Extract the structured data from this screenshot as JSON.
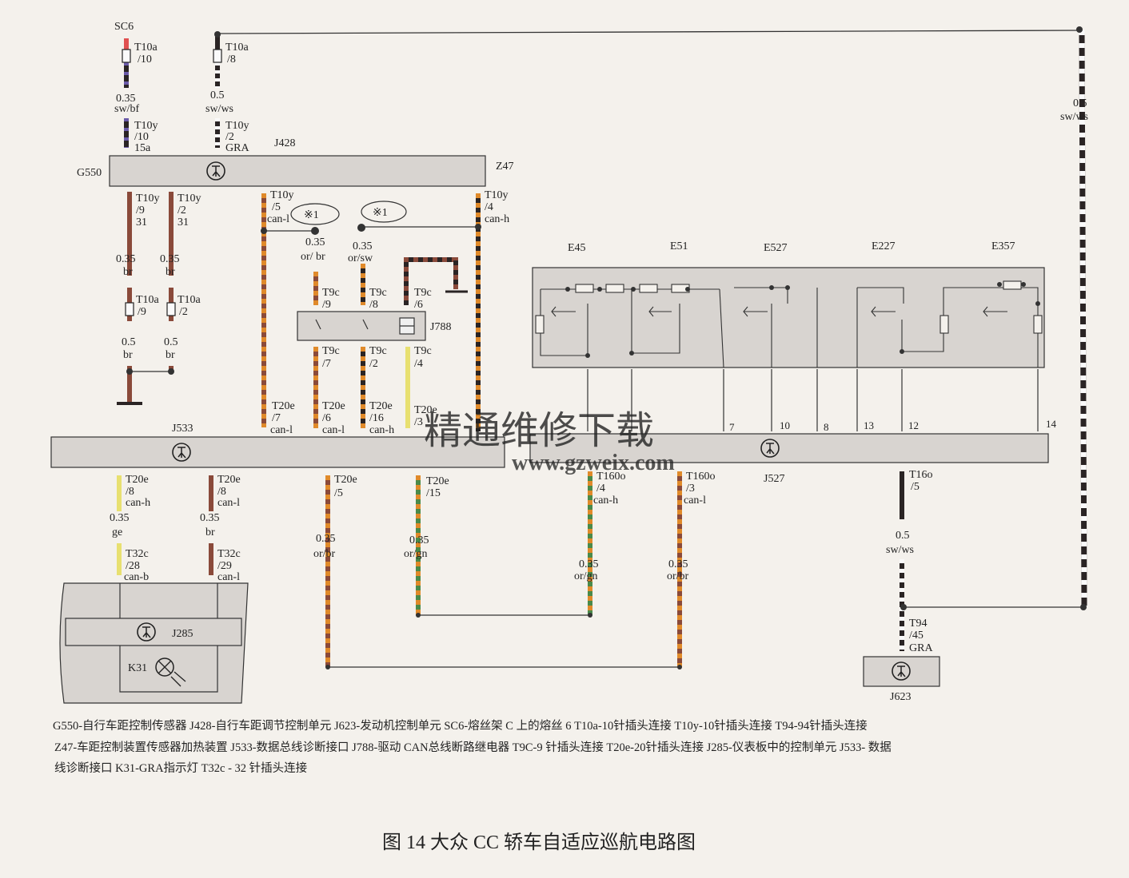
{
  "components": {
    "sc6": "SC6",
    "j428": "J428",
    "g550": "G550",
    "z47": "Z47",
    "j533": "J533",
    "j527": "J527",
    "j788": "J788",
    "j285": "J285",
    "k31": "K31",
    "j623": "J623",
    "e45": "E45",
    "e51": "E51",
    "e527": "E527",
    "e227": "E227",
    "e357": "E357"
  },
  "notes": {
    "n1": "※1",
    "n2": "※1"
  },
  "labels": {
    "w1_t10a": "T10a",
    "w1_p10": "/10",
    "w1_size": "0.35",
    "w1_col": "sw/bf",
    "w1_t10y": "T10y",
    "w1_p10b": "/10",
    "w1_15a": "15a",
    "w2_t10a": "T10a",
    "w2_p8": "/8",
    "w2_size": "0.5",
    "w2_col": "sw/ws",
    "w2_t10y": "T10y",
    "w2_p2": "/2",
    "w2_gra": "GRA",
    "w3_t10y": "T10y",
    "w3_p9": "/9",
    "w3_31": "31",
    "w3_size": "0.35",
    "w3_col": "br",
    "w3_t10a": "T10a",
    "w3_p9b": "/9",
    "w3_size2": "0.5",
    "w3_col2": "br",
    "w4_t10y": "T10y",
    "w4_p2": "/2",
    "w4_31": "31",
    "w4_size": "0.35",
    "w4_col": "br",
    "w4_t10a": "T10a",
    "w4_p2b": "/2",
    "w4_size2": "0.5",
    "w4_col2": "br",
    "w5_t10y": "T10y",
    "w5_p5": "/5",
    "w5_can": "can-l",
    "w5_t20e": "T20e",
    "w5_p7": "/7",
    "w5_can2": "can-l",
    "w6_t10y": "T10y",
    "w6_p4": "/4",
    "w6_can": "can-h",
    "w7_size": "0.35",
    "w7_col": "or/ br",
    "w7_t9c": "T9c",
    "w7_p9": "/9",
    "w7_t9c2": "T9c",
    "w7_p7": "/7",
    "w7_t20e": "T20e",
    "w7_p6": "/6",
    "w7_can": "can-l",
    "w8_size": "0.35",
    "w8_col": "or/sw",
    "w8_t9c": "T9c",
    "w8_p8": "/8",
    "w8_t9c2": "T9c",
    "w8_p2": "/2",
    "w8_t20e": "T20e",
    "w8_p16": "/16",
    "w8_can": "can-h",
    "w9_t9c": "T9c",
    "w9_p6": "/6",
    "w9_t9c2": "T9c",
    "w9_p4": "/4",
    "w9_t20e": "T20e",
    "w9_p3": "/3",
    "w10_size": "0.5",
    "w10_col": "sw/ws",
    "w11_t20e": "T20e",
    "w11_p8": "/8",
    "w11_can": "can-h",
    "w11_size": "0.35",
    "w11_col": "ge",
    "w11_t32c": "T32c",
    "w11_p28": "/28",
    "w11_can2": "can-b",
    "w12_t20e": "T20e",
    "w12_p8": "/8",
    "w12_can": "can-l",
    "w12_size": "0.35",
    "w12_col": "br",
    "w12_t32c": "T32c",
    "w12_p29": "/29",
    "w12_can2": "can-l",
    "w13_t20e": "T20e",
    "w13_p5": "/5",
    "w13_size": "0.35",
    "w13_col": "or/br",
    "w14_t20e": "T20e",
    "w14_p15": "/15",
    "w14_size": "0.35",
    "w14_col": "or/gn",
    "w15_t160o": "T160o",
    "w15_p4": "/4",
    "w15_can": "can-h",
    "w15_size": "0.35",
    "w15_col": "or/gn",
    "w16_t160o": "T160o",
    "w16_p3": "/3",
    "w16_can": "can-l",
    "w16_size": "0.35",
    "w16_col": "or/br",
    "w17_t16o": "T16o",
    "w17_p5": "/5",
    "w17_size": "0.5",
    "w17_col": "sw/ws",
    "w17_t94": "T94",
    "w17_p45": "/45",
    "w17_gra": "GRA",
    "pin_7": "7",
    "pin_10": "10",
    "pin_8": "8",
    "pin_13": "13",
    "pin_12": "12",
    "pin_14": "14"
  },
  "watermark": {
    "line1": "精通维修下载",
    "line2": "www.gzweix.com"
  },
  "legend": [
    "G550-自行车距控制传感器 J428-自行车距调节控制单元   J623-发动机控制单元  SC6-熔丝架   C 上的熔丝 6     T10a-10针插头连接   T10y-10针插头连接   T94-94针插头连接",
    "Z47-车距控制装置传感器加热装置  J533-数据总线诊断接口 J788-驱动 CAN总线断路继电器   T9C-9 针插头连接  T20e-20针插头连接  J285-仪表板中的控制单元   J533- 数据",
    "线诊断接口    K31-GRA指示灯  T32c - 32 针插头连接"
  ],
  "caption": "图 14    大众 CC 轿车自适应巡航电路图",
  "colors": {
    "module_fill": "#d8d4d0",
    "wire_black": "#2a2424",
    "wire_brown": "#8a4a3a",
    "wire_orange": "#e08a2a",
    "wire_yellow": "#e8e070",
    "wire_green": "#4a8a4a",
    "wire_white": "#fafafa",
    "wire_red": "#e05050",
    "wire_violet": "#6a5aa8",
    "caption": "#3a5aa0",
    "watermark": "#e8a870"
  }
}
